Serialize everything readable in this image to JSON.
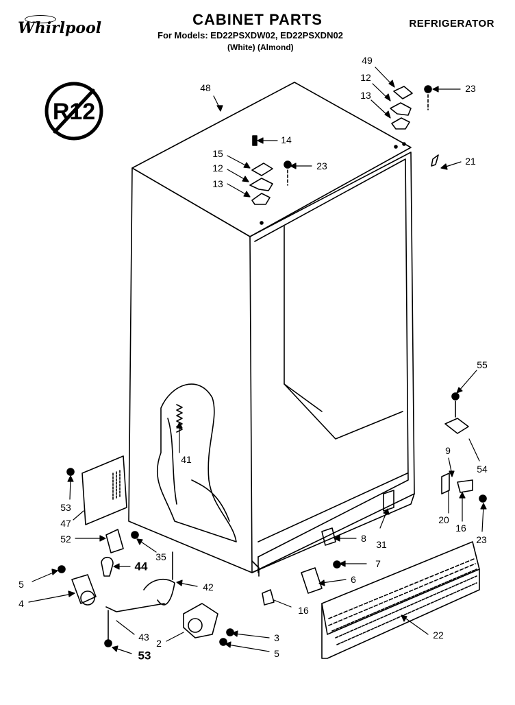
{
  "header": {
    "brand": "Whirlpool",
    "title": "CABINET PARTS",
    "models_line": "For Models: ED22PSXDW02, ED22PSXDN02",
    "colors_line": "(White)      (Almond)",
    "category": "REFRIGERATOR"
  },
  "badge": {
    "text": "R12"
  },
  "callouts": [
    {
      "id": "c48",
      "text": "48"
    },
    {
      "id": "c49",
      "text": "49"
    },
    {
      "id": "c12a",
      "text": "12"
    },
    {
      "id": "c13a",
      "text": "13"
    },
    {
      "id": "c23a",
      "text": "23"
    },
    {
      "id": "c14",
      "text": "14"
    },
    {
      "id": "c15",
      "text": "15"
    },
    {
      "id": "c12b",
      "text": "12"
    },
    {
      "id": "c13b",
      "text": "13"
    },
    {
      "id": "c23b",
      "text": "23"
    },
    {
      "id": "c21",
      "text": "21"
    },
    {
      "id": "c55",
      "text": "55"
    },
    {
      "id": "c9",
      "text": "9"
    },
    {
      "id": "c54",
      "text": "54"
    },
    {
      "id": "c41",
      "text": "41"
    },
    {
      "id": "c53a",
      "text": "53"
    },
    {
      "id": "c47",
      "text": "47"
    },
    {
      "id": "c52",
      "text": "52"
    },
    {
      "id": "c35",
      "text": "35"
    },
    {
      "id": "c44",
      "text": "44"
    },
    {
      "id": "c5a",
      "text": "5"
    },
    {
      "id": "c4",
      "text": "4"
    },
    {
      "id": "c42",
      "text": "42"
    },
    {
      "id": "c43",
      "text": "43"
    },
    {
      "id": "c53b",
      "text": "53"
    },
    {
      "id": "c2",
      "text": "2"
    },
    {
      "id": "c3",
      "text": "3"
    },
    {
      "id": "c5b",
      "text": "5"
    },
    {
      "id": "c8",
      "text": "8"
    },
    {
      "id": "c31",
      "text": "31"
    },
    {
      "id": "c20",
      "text": "20"
    },
    {
      "id": "c16a",
      "text": "16"
    },
    {
      "id": "c23c",
      "text": "23"
    },
    {
      "id": "c7",
      "text": "7"
    },
    {
      "id": "c6",
      "text": "6"
    },
    {
      "id": "c16b",
      "text": "16"
    },
    {
      "id": "c22",
      "text": "22"
    }
  ]
}
